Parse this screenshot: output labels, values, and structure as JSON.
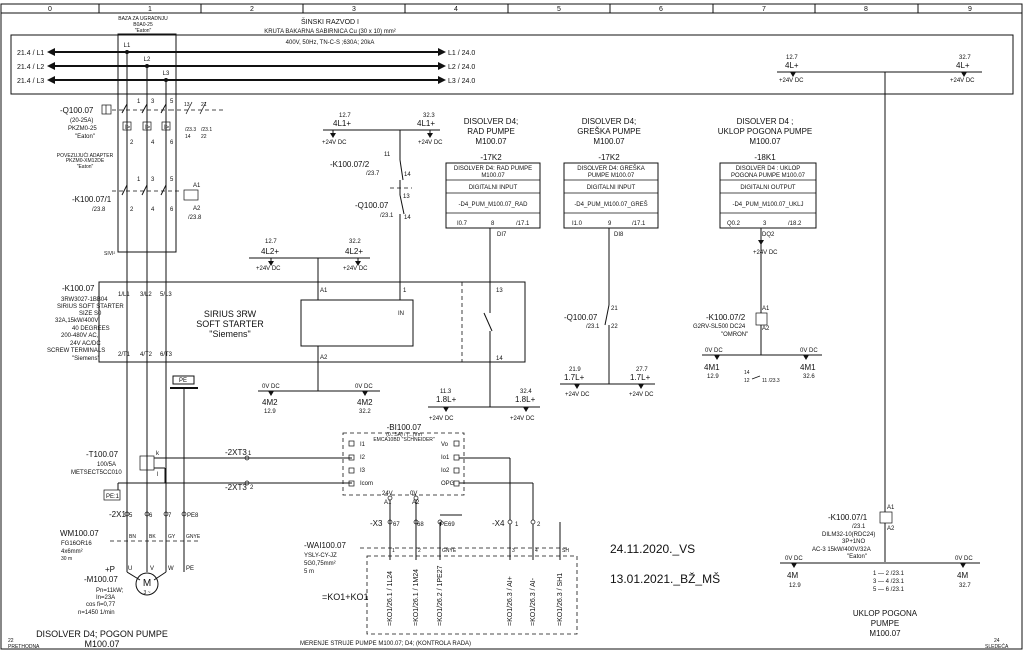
{
  "grid": {
    "columns": [
      "0",
      "1",
      "2",
      "3",
      "4",
      "5",
      "6",
      "7",
      "8",
      "9"
    ]
  },
  "busbar": {
    "base_label": [
      "BAZA ZA UGRADNJU",
      "B0A0-25",
      "\"Eaton\""
    ],
    "title": "ŠINSKI RAZVOD I",
    "subtitle": "KRUTA BAKARNA SABIRNICA  Cu  (30 x 10) mm²",
    "spec": "400V, 50Hz, TN-C-S ;630A; 20kA",
    "in_labels": [
      "21.4 / L1",
      "21.4 / L2",
      "21.4 / L3"
    ],
    "out_labels": [
      "L1 / 24.0",
      "L2 / 24.0",
      "L3 / 24.0"
    ],
    "terms": [
      "L1",
      "L2",
      "L3"
    ]
  },
  "q100": {
    "tag": "-Q100.07",
    "range": "(20-25A)",
    "type": "PKZM0-25",
    "maker": "\"Eaton\"",
    "terms_top": [
      "1",
      "3",
      "5"
    ],
    "terms_bot": [
      "2",
      "4",
      "6"
    ],
    "aux_top": [
      "13",
      "21"
    ],
    "aux_refs": [
      "/23.3",
      "/23.1"
    ],
    "aux_bot": [
      "14",
      "22"
    ],
    "adapter": [
      "POVEZUJUĆI ADAPTER",
      "PKZM0-XM12DE",
      "\"Eaton\""
    ]
  },
  "k100_1": {
    "tag": "-K100.07/1",
    "ref": "/23.8",
    "terms_top": [
      "1",
      "3",
      "5"
    ],
    "terms_bot": [
      "2",
      "4",
      "6"
    ],
    "coil": [
      "A1",
      "A2"
    ],
    "coil_ref": "/23.8"
  },
  "grey_label": "SIVI²",
  "k100": {
    "tag": "-K100.07",
    "specs": [
      "3RW3027-1BB04",
      "SIRIUS SOFT STARTER",
      "SIZE S0",
      "32A,15kW/400V",
      "40 DEGREES",
      "200-480V AC,",
      "24V AC/DC",
      "SCREW TERMINALS",
      "\"Siemens\""
    ],
    "in_terms": [
      "1/L1",
      "3/L2",
      "5/L3"
    ],
    "out_terms": [
      "2/T1",
      "4/T2",
      "6/T3"
    ],
    "title": [
      "SIRIUS 3RW",
      "SOFT STARTER",
      "\"Siemens\""
    ],
    "a1": "A1",
    "a2": "A2",
    "in_label": "IN",
    "t1": "1",
    "t13": "13",
    "t14": "14"
  },
  "pe_label": "PE",
  "supply_12v": [
    {
      "from": "12.7",
      "name": "4L1+",
      "unit": "+24V DC",
      "to": "32.3",
      "name2": "4L1+",
      "unit2": "+24V DC"
    },
    {
      "from": "12.7",
      "name": "4L2+",
      "unit": "+24V DC",
      "to": "32.2",
      "name2": "4L2+",
      "unit2": "+24V DC"
    }
  ],
  "k100_2a": {
    "tag": "-K100.07/2",
    "ref": "/23.7",
    "t11": "11",
    "t14": "14"
  },
  "q100_aux": {
    "tag": "-Q100.07",
    "ref": "/23.1",
    "t13": "13",
    "t14": "14"
  },
  "m2": {
    "a": "0V DC",
    "b": "0V DC",
    "name_a": "4M2",
    "ref_a": "12.9",
    "name_b": "4M2",
    "ref_b": "32.2"
  },
  "l8": {
    "from": "11.3",
    "name": "1.8L+",
    "unit": "+24V DC",
    "to": "32.4",
    "name2": "1.8L+",
    "unit2": "+24V DC"
  },
  "disolver_run": {
    "heading": [
      "DISOLVER D4;",
      "RAD PUMPE",
      "M100.07"
    ],
    "tag": "-17K2",
    "desc": [
      "DISOLVER D4: RAD PUMPE",
      "M100.07"
    ],
    "io_type": "DIGITALNI INPUT",
    "signal": "-D4_PUM_M100.07_RAD",
    "addr": "I0.7",
    "pin": "8",
    "ref": "/17.1",
    "ch": "DI7"
  },
  "disolver_err": {
    "heading": [
      "DISOLVER D4;",
      "GREŠKA PUMPE",
      "M100.07"
    ],
    "tag": "-17K2",
    "desc": [
      "DISOLVER D4: GREŠKA",
      "PUMPE M100.07"
    ],
    "io_type": "DIGITALNI INPUT",
    "signal": "-D4_PUM_M100.07_GREŠ",
    "addr": "I1.0",
    "pin": "9",
    "ref": "/17.1",
    "ch": "DI8"
  },
  "disolver_on": {
    "heading": [
      "DISOLVER D4 ;",
      "UKLOP POGONA PUMPE",
      "M100.07"
    ],
    "tag": "-18K1",
    "desc": [
      "DISOLVER D4 : UKLOP",
      "POGONA PUMPE M100.07"
    ],
    "io_type": "DIGITALNI OUTPUT",
    "signal": "-D4_PUM_M100.07_UKLJ",
    "addr": "Q0.2",
    "pin": "3",
    "ref": "/18.2",
    "ch": "DQ2",
    "unit": "+24V DC"
  },
  "q100_21": {
    "tag": "-Q100.07",
    "ref": "/23.1",
    "t21": "21",
    "t22": "22"
  },
  "l7": {
    "from": "21.9",
    "name": "1.7L+",
    "unit": "+24V DC",
    "to": "27.7",
    "name2": "1.7L+",
    "unit2": "+24V DC"
  },
  "k100_2b": {
    "tag": "-K100.07/2",
    "type": "G2RV-SL500 DC24",
    "maker": "\"OMRON\"",
    "a1": "A1",
    "a2": "A2"
  },
  "m1_mid": {
    "a": "0V DC",
    "b": "0V DC",
    "name_a": "4M1",
    "ref_a": "12.9",
    "name_b": "4M1",
    "ref_b": "32.6",
    "c14": "14",
    "c12": "12",
    "c11": "11 /23.3"
  },
  "l4_top": {
    "from": "12.7",
    "name": "4L+",
    "unit": "+24V DC",
    "to": "32.7",
    "name2": "4L+",
    "unit2": "+24V DC"
  },
  "k100_1b": {
    "tag": "-K100.07/1",
    "ref": "/23.1",
    "type": "DILM32-10(RDC24)",
    "poles": "3P+1NO",
    "rating": "AC-3  15kW/400V/32A",
    "maker": "\"Eaton\"",
    "a1": "A1",
    "a2": "A2",
    "contacts": [
      "1 — 2 /23.1",
      "3 — 4 /23.1",
      "5 — 6 /23.1"
    ]
  },
  "m_bottom": {
    "a": "0V DC",
    "b": "0V DC",
    "name_a": "4M",
    "ref_a": "12.9",
    "name_b": "4M",
    "ref_b": "32.7"
  },
  "uklop_caption": [
    "UKLOP POGONA",
    "PUMPE",
    "M100.07"
  ],
  "t100": {
    "tag": "-T100.07",
    "ratio": "100/5A",
    "type": "METSECT5CC010",
    "k": "k",
    "l": "l"
  },
  "xt3": {
    "a": "-2XT3",
    "a_pin": "1",
    "b": "-2XT3",
    "b_pin": "2"
  },
  "pe1": "PE:1",
  "x1": {
    "tag": "-2X1",
    "pins": [
      "5",
      "6",
      "7",
      "PE8"
    ]
  },
  "wm100": {
    "tag": "WM100.07",
    "type": "FG16OR16",
    "size": "4x6mm²",
    "len": "30 m",
    "cores": [
      "BN",
      "BK",
      "GY",
      "GNYE"
    ]
  },
  "motor": {
    "tag": "-M100.07",
    "plus": "+P",
    "symbol": "M",
    "phase": "3 ~",
    "specs": [
      "Pn=11kW;",
      "In=23A",
      "cos fi=0,77",
      "n=1450 1/min"
    ],
    "terms": [
      "U",
      "V",
      "W",
      "PE"
    ]
  },
  "motor_caption": [
    "DISOLVER D4; POGON PUMPE",
    "M100.07"
  ],
  "bi100": {
    "tag": "-BI100.07",
    "range": "(0...5A) / (...)Vm",
    "type": "EMCA10BD \"SCHNEIDER\"",
    "left_pins": [
      "I1",
      "I2",
      "I3",
      "Icom"
    ],
    "right_pins": [
      "Vo",
      "Io1",
      "Io2",
      "OPG"
    ],
    "a1": "A1",
    "a2": "A2",
    "v24": "24V",
    "v0": "0V"
  },
  "x3": {
    "tag": "-X3",
    "pins": [
      "67",
      "68",
      "PE69"
    ]
  },
  "x4": {
    "tag": "-X4",
    "pins": [
      "1",
      "2"
    ]
  },
  "wai100": {
    "tag": "-WAI100.07",
    "type": "YSLY-CY-JZ",
    "size": "5G0,75mm²",
    "len": "5 m",
    "cores": [
      "1",
      "2",
      "GNYE",
      "3",
      "4",
      "SH"
    ]
  },
  "ko1": "=KO1+KO1",
  "signal_tags": [
    "=KO1/26.1 / 1L24",
    "=KO1/26.1 / 1M24",
    "=KO1/26.2 / 1PE27",
    "=KO1/26.3 / AI+",
    "=KO1/26.3 / AI-",
    "=KO1/26.3 / SH1"
  ],
  "measure_caption": "MERENJE STRUJE PUMPE M100.07; D4; (KONTROLA RADA)",
  "revisions": [
    "24.11.2020._VS",
    "13.01.2021._BŽ_MŠ"
  ],
  "page_prev": {
    "num": "22",
    "label": "PRETHODNA"
  },
  "page_next": {
    "num": "24",
    "label": "SLEDEĆA"
  }
}
